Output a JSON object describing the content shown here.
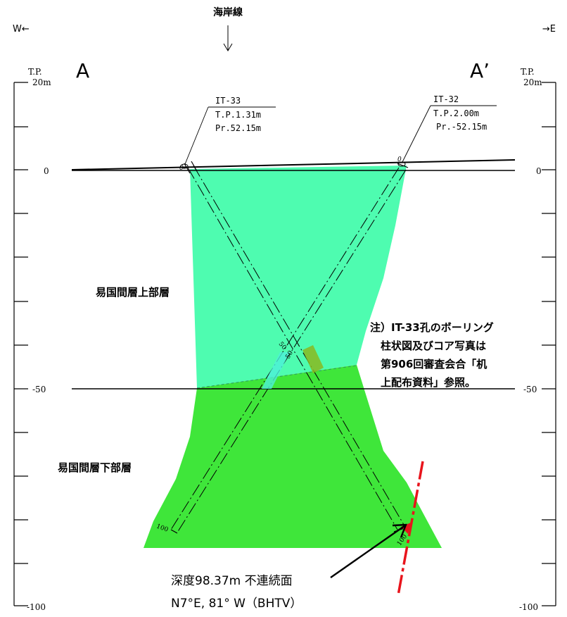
{
  "header": {
    "coastline_label": "海岸線",
    "west_label": "W←",
    "east_label": "→E",
    "section_start": "A",
    "section_end": "A’"
  },
  "axis": {
    "left_title": "T.P.",
    "left_top_value": "20m",
    "right_title": "T.P.",
    "right_top_value": "20m",
    "left_ticks": [
      "0",
      "-50",
      "-100"
    ],
    "right_ticks": [
      "0",
      "-50",
      "-100"
    ]
  },
  "boreholes": [
    {
      "name": "IT-33",
      "elevation": "T.P.1.31m",
      "depth": "Pr.52.15m"
    },
    {
      "name": "IT-32",
      "elevation": "T.P.2.00m",
      "depth": "Pr.-52.15m"
    }
  ],
  "borehole_marks": {
    "depth_50_a": "50",
    "depth_50_b": "50",
    "depth_100_a": "100",
    "depth_100_b": "100",
    "top_a": "0",
    "top_b": "0"
  },
  "layers": {
    "upper": {
      "label": "易国間層上部層",
      "color": "#4efcb0"
    },
    "lower": {
      "label": "易国間層下部層",
      "color": "#3fe63a"
    }
  },
  "note": {
    "lines": [
      "注）IT-33孔のボーリング",
      "柱状図及びコア写真は",
      "第906回審査会合「机",
      "上配布資料」参照。"
    ]
  },
  "callout": {
    "line1": "深度98.37m 不連続面",
    "line2": "N7°E, 81° W（BHTV）",
    "color": "#e8141c"
  }
}
